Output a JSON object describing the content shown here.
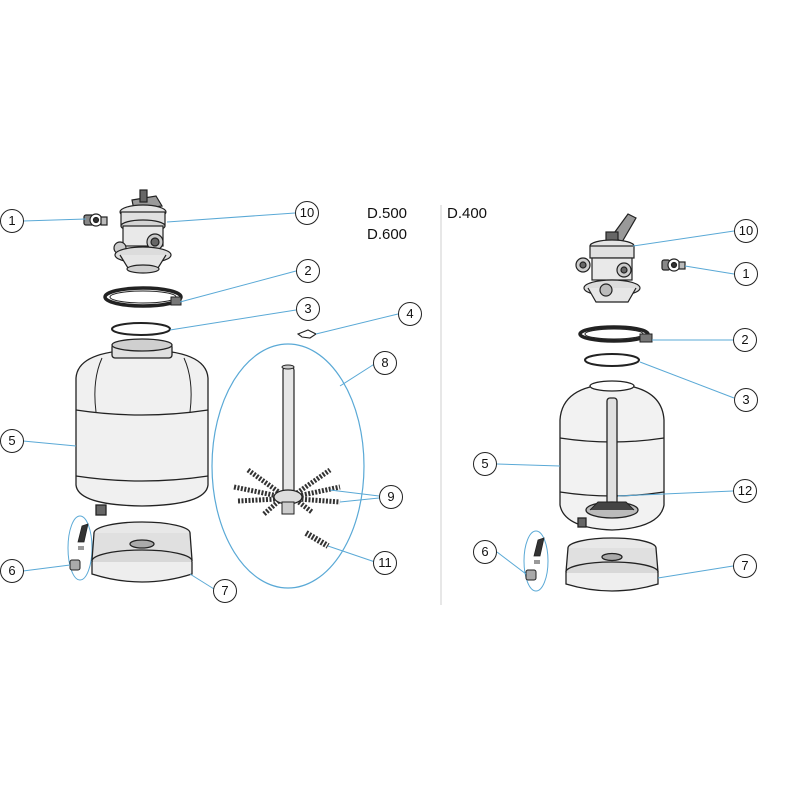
{
  "models": {
    "left": [
      "D.500",
      "D.600"
    ],
    "right": "D.400"
  },
  "callouts_left": [
    "1",
    "10",
    "2",
    "3",
    "4",
    "5",
    "8",
    "9",
    "6",
    "11",
    "7"
  ],
  "callouts_right": [
    "10",
    "1",
    "2",
    "3",
    "5",
    "12",
    "6",
    "7"
  ],
  "colors": {
    "leader": "#5aa9d6",
    "stroke": "#222222",
    "light": "#dcdcdc",
    "mid": "#9a9a9a",
    "dark": "#333333",
    "divider": "#cfcfcf"
  }
}
